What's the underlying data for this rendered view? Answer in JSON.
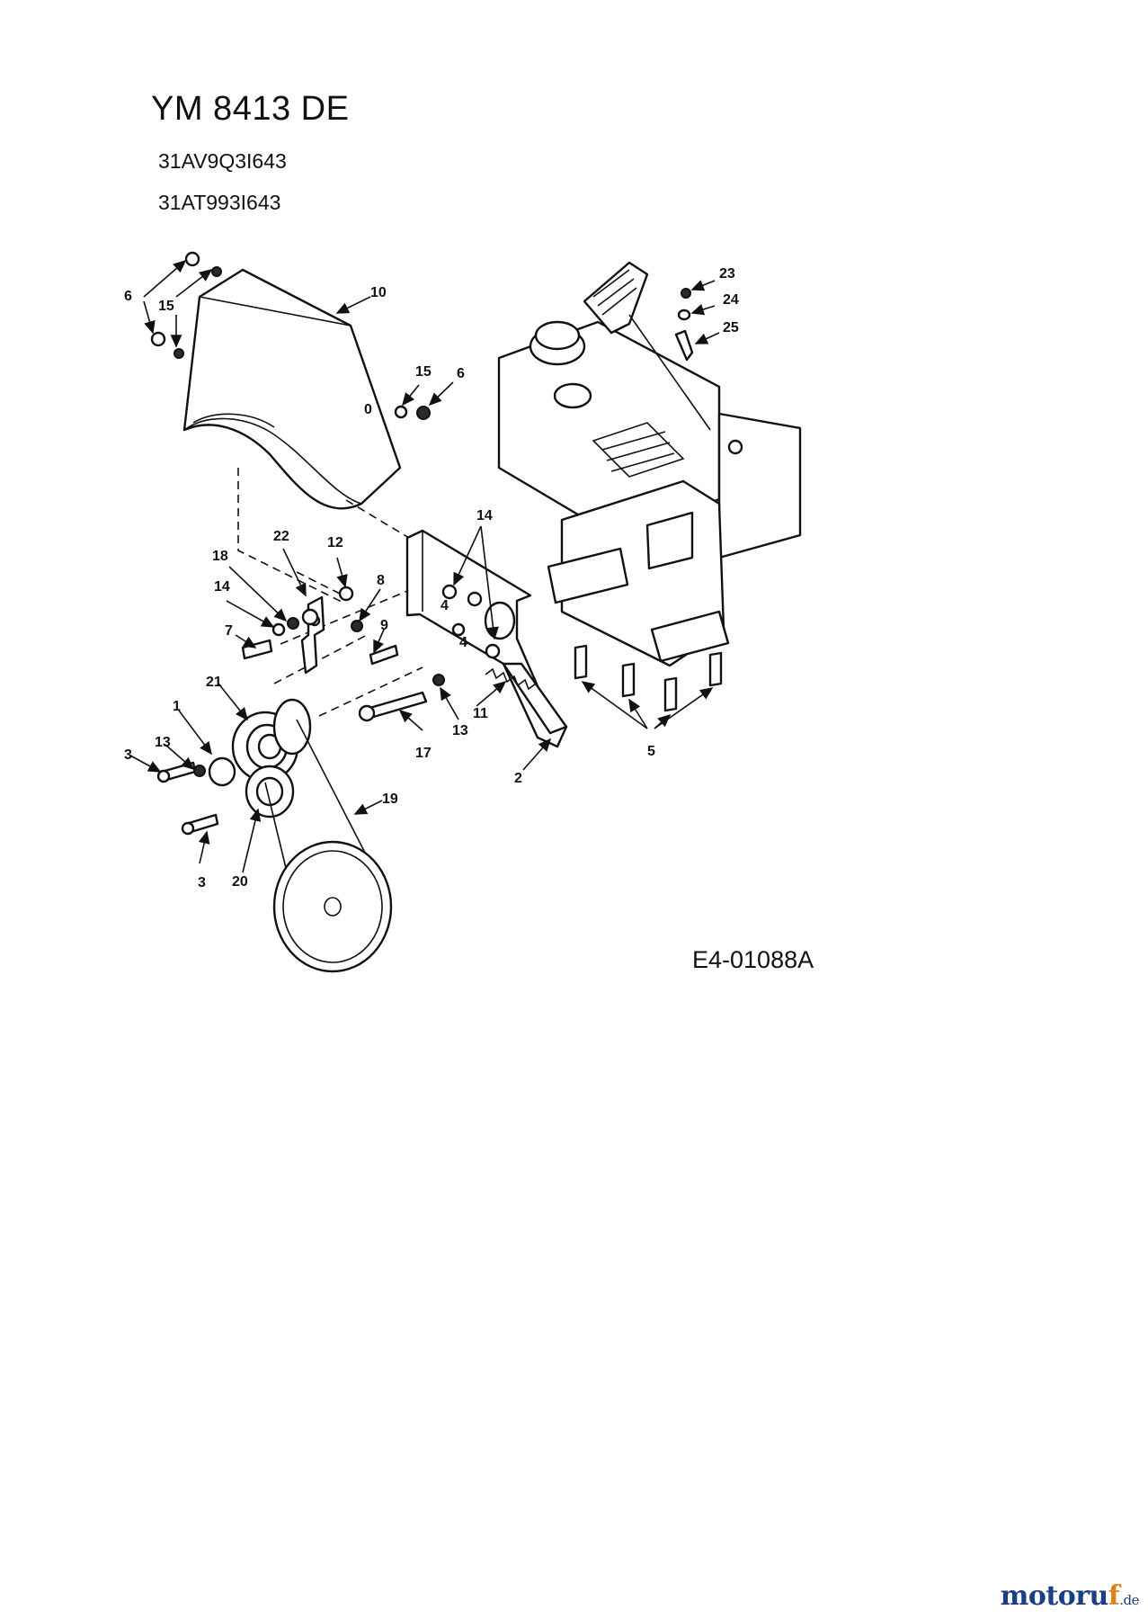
{
  "header": {
    "title": "YM 8413 DE",
    "models": [
      "31AV9Q3I643",
      "31AT993I643"
    ]
  },
  "diagram": {
    "drawing_code": "E4-01088A",
    "callouts": [
      "1",
      "2",
      "3",
      "3",
      "4",
      "4",
      "5",
      "6",
      "6",
      "7",
      "8",
      "9",
      "10",
      "11",
      "12",
      "13",
      "13",
      "14",
      "14",
      "15",
      "15",
      "17",
      "18",
      "19",
      "20",
      "21",
      "22",
      "23",
      "24",
      "25",
      "0"
    ]
  },
  "watermark": {
    "brand_main": "motoru",
    "brand_accent": "f",
    "tld": ".de"
  }
}
